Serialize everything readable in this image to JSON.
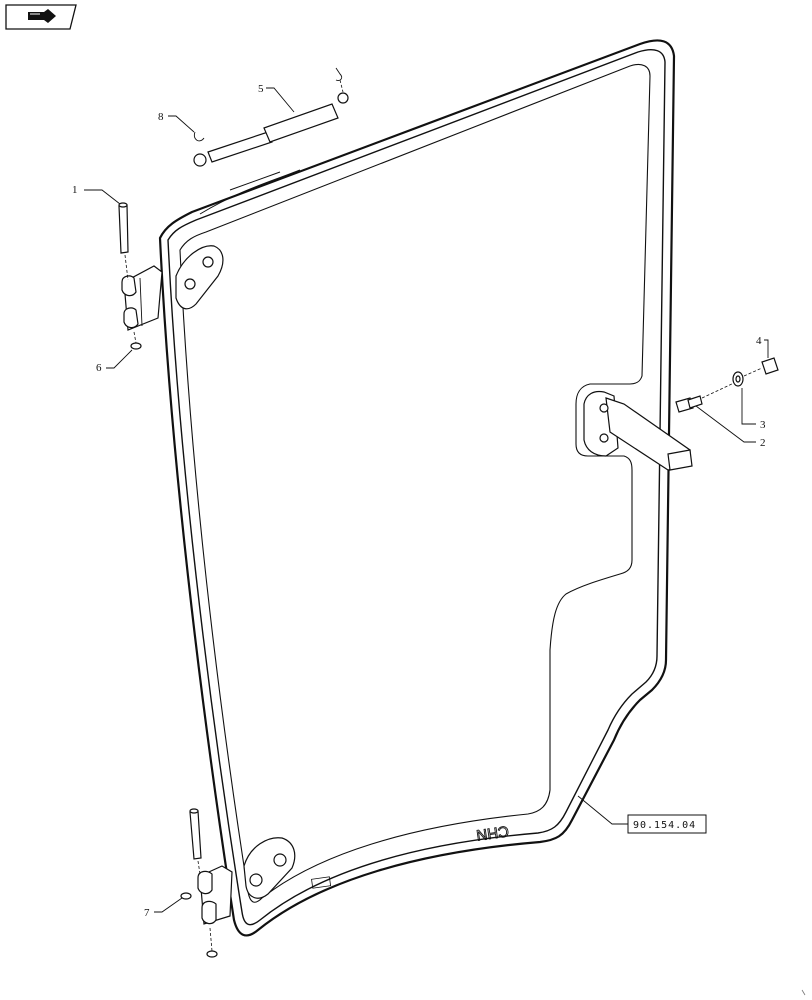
{
  "nav": {
    "icon": "back-arrow-icon"
  },
  "callouts": [
    {
      "id": "1",
      "label": "1"
    },
    {
      "id": "2",
      "label": "2"
    },
    {
      "id": "3",
      "label": "3"
    },
    {
      "id": "4",
      "label": "4"
    },
    {
      "id": "5",
      "label": "5"
    },
    {
      "id": "6",
      "label": "6"
    },
    {
      "id": "7",
      "label": "7"
    },
    {
      "id": "8",
      "label": "8"
    }
  ],
  "reference": {
    "label": "90.154.04"
  },
  "glass_marking": "CHN",
  "colors": {
    "line": "#111111",
    "background": "#ffffff"
  }
}
